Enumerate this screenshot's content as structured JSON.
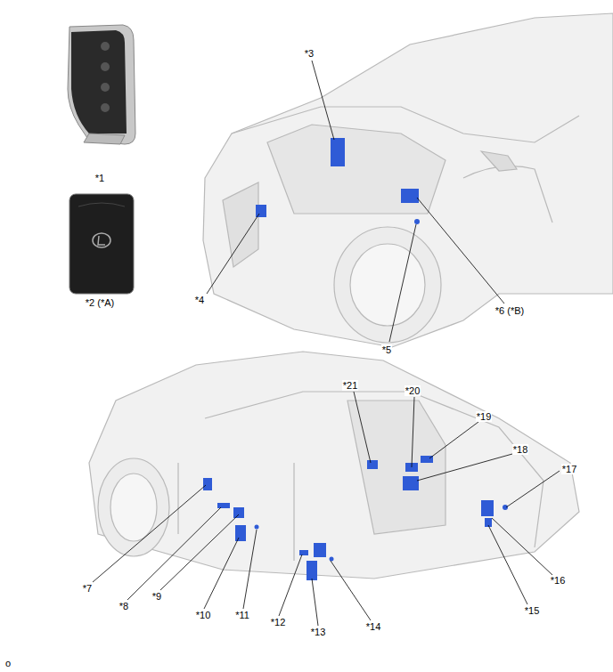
{
  "diagram": {
    "labels": [
      "*1",
      "*2 (*A)",
      "*3",
      "*4",
      "*5",
      "*6 (*B)",
      "*7",
      "*8",
      "*9",
      "*10",
      "*11",
      "*12",
      "*13",
      "*14",
      "*15",
      "*16",
      "*17",
      "*18",
      "*19",
      "*20",
      "*21",
      "o"
    ]
  }
}
